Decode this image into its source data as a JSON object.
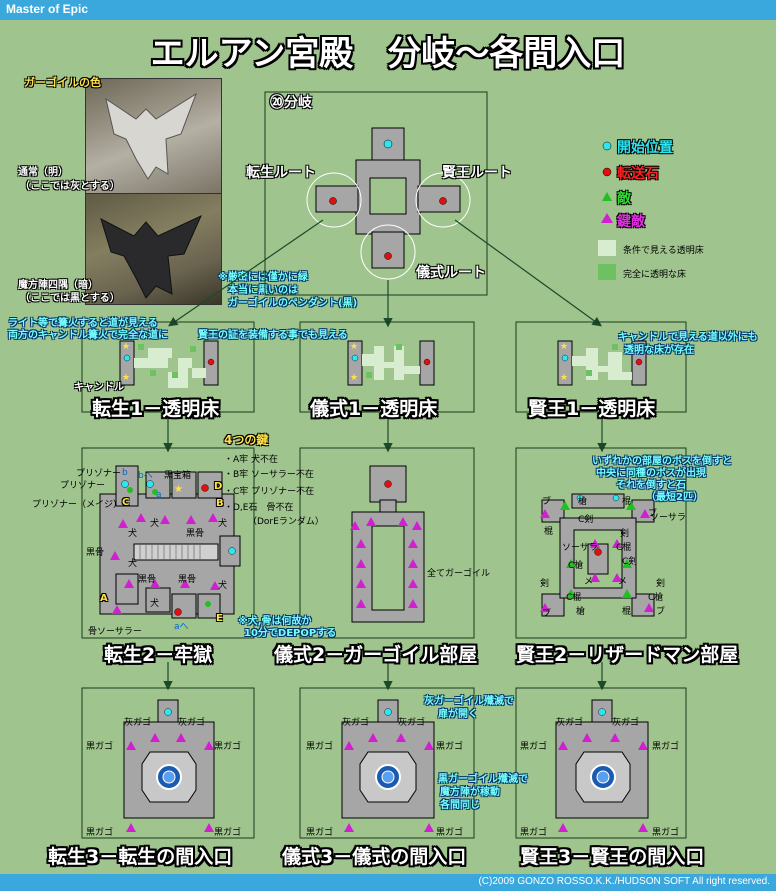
{
  "header": {
    "app_name": "Master of Epic",
    "title": "エルアン宮殿　分岐～各間入口"
  },
  "footer": {
    "copyright": "(C)2009 GONZO ROSSO.K.K./HUDSON SOFT All right reserved."
  },
  "gargoyle_colors": {
    "heading": "ガーゴイルの色",
    "light_label": "通常（明）",
    "light_note": "（ここでは灰とする）",
    "dark_label": "魔方陣四隅（暗）",
    "dark_note": "（ここでは黒とする）",
    "note_line1": "※厳密には僅かに緑",
    "note_line2": "　本当に黒いのは",
    "note_line3": "　ガーゴイルのペンダント(黒)"
  },
  "legend": {
    "start": "開始位置",
    "teleport": "転送石",
    "enemy": "敵",
    "key_enemy": "鍵敵",
    "conditional_floor": "条件で見える透明床",
    "transparent_floor": "完全に透明な床",
    "colors": {
      "start": "#2ee6f0",
      "teleport": "#e01010",
      "enemy": "#1fc01f",
      "key_enemy": "#d020d0"
    }
  },
  "branch": {
    "label": "⑳分岐",
    "tensei_route": "転生ルート",
    "kenou_route": "賢王ルート",
    "gishiki_route": "儀式ルート"
  },
  "row1": {
    "tensei_title": "転生1－透明床",
    "gishiki_title": "儀式1－透明床",
    "kenou_title": "賢王1－透明床",
    "note_light_1": "ライト等で篝火すると道が見える",
    "note_light_2": "両方のキャンドル篝火で完全な道に",
    "note_proof": "賢王の証を装備する事でも見える",
    "note_candle_1": "キャンドルで見える道以外にも",
    "note_candle_2": "透明な床が存在",
    "candle": "キャンドル"
  },
  "row2": {
    "tensei_title": "転生2－牢獄",
    "gishiki_title": "儀式2－ガーゴイル部屋",
    "kenou_title": "賢王2－リザードマン部屋",
    "keys_heading": "4つの鍵",
    "key_a": "・A牢 犬不在",
    "key_b": "・B牢 ソーサラー不在",
    "key_c": "・C牢 プリゾナー不在",
    "key_de": "・D,E石　骨不在",
    "key_de_note": "（DorEランダム）",
    "respawn_1": "※犬,骨は何故か",
    "respawn_2": "10分でDEPOPする",
    "all_gargoyle": "全てガーゴイル",
    "boss_1": "いずれかの部屋のボスを倒すと",
    "boss_2": "中央に同種のボスが出現",
    "boss_3": "それを倒すと石",
    "boss_4": "（最短2匹）",
    "prisoner": "プリゾナー",
    "prisoner_mage": "プリゾナー（メイジ）",
    "treasure": "黒宝箱",
    "dog": "犬",
    "black_bone": "黒骨",
    "bone_sorcerer": "骨ソーサラー",
    "letter_a": "A",
    "letter_b": "B",
    "letter_c": "C",
    "letter_d": "D",
    "letter_e": "E",
    "a_he": "aへ",
    "b_small": "b",
    "b_he": "bへ",
    "a_small": "a",
    "bu": "ブ",
    "spear": "槍",
    "staff": "棍",
    "sword": "剣",
    "c_sword": "C剣",
    "c_staff": "C棍",
    "c_spear": "C槍",
    "me": "メ",
    "sorcerer": "ソーサラ"
  },
  "row3": {
    "tensei_title": "転生3－転生の間入口",
    "gishiki_title": "儀式3－儀式の間入口",
    "kenou_title": "賢王3－賢王の間入口",
    "gray_garg": "灰ガゴ",
    "black_garg": "黒ガゴ",
    "note_gray_1": "灰ガーゴイル殲滅で",
    "note_gray_2": "扉が開く",
    "note_black_1": "黒ガーゴイル殲滅で",
    "note_black_2": "魔方陣が稼動",
    "note_black_3": "各間同じ"
  }
}
